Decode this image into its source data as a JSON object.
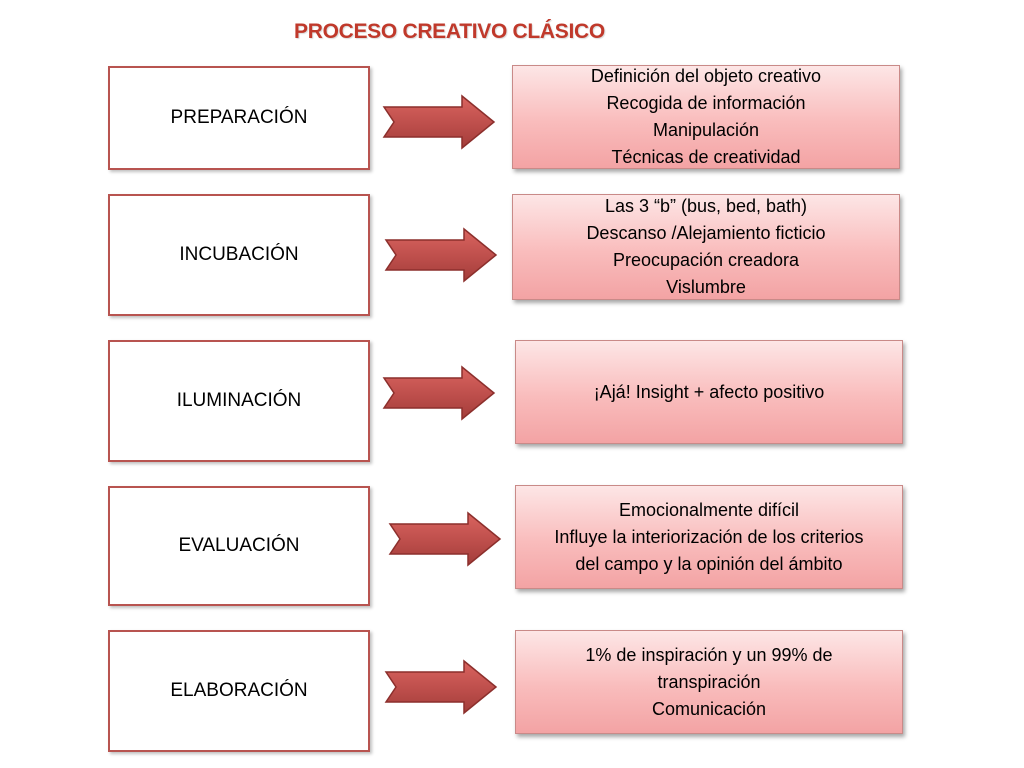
{
  "title": "PROCESO CREATIVO CLÁSICO",
  "stages": [
    {
      "label": "PREPARACIÓN",
      "details": [
        "Definición del objeto creativo",
        "Recogida de información",
        "Manipulación",
        "Técnicas de creatividad"
      ]
    },
    {
      "label": "INCUBACIÓN",
      "details": [
        "Las 3 “b” (bus, bed, bath)",
        "Descanso /Alejamiento ficticio",
        "Preocupación creadora",
        "Vislumbre"
      ]
    },
    {
      "label": "ILUMINACIÓN",
      "details": [
        "¡Ajá! Insight + afecto positivo"
      ]
    },
    {
      "label": "EVALUACIÓN",
      "details": [
        "Emocionalmente difícil",
        "Influye la interiorización de los criterios",
        "del campo y la opinión del ámbito"
      ]
    },
    {
      "label": "ELABORACIÓN",
      "details": [
        "1% de inspiración y un 99% de",
        "transpiración",
        "Comunicación"
      ]
    }
  ],
  "colors": {
    "title": "#c0392b",
    "box_border": "#b85450",
    "arrow_fill": "#c0504d",
    "detail_fill": "#f9bcbc"
  }
}
